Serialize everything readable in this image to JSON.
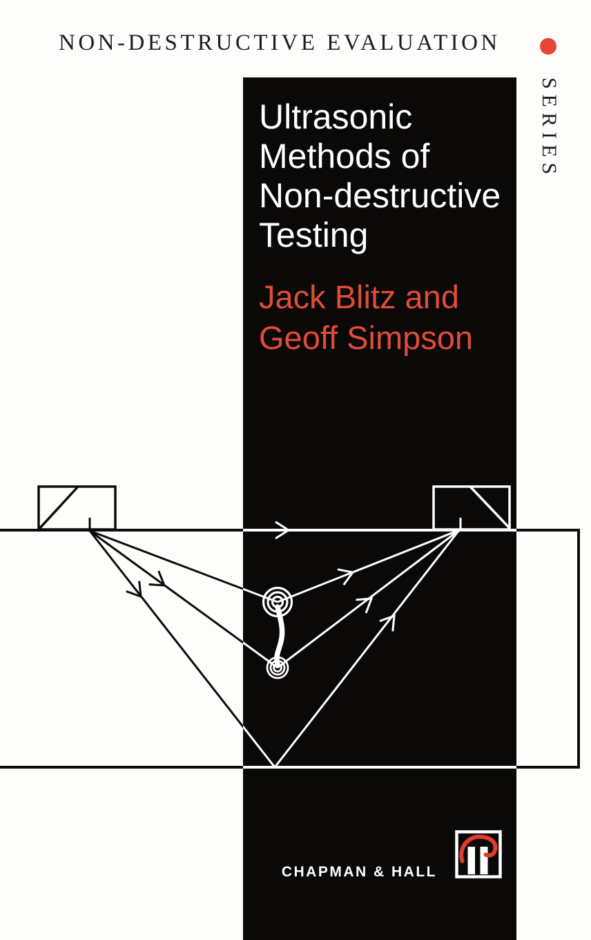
{
  "page": {
    "background_color": "#fdfdfb",
    "band_color": "#0a0908"
  },
  "series_banner": {
    "title": "NON-DESTRUCTIVE EVALUATION",
    "series_label": "SERIES",
    "dot_color": "#e74536",
    "text_color": "#1c1c1c"
  },
  "book": {
    "title_lines": [
      "Ultrasonic",
      "Methods of",
      "Non-destructive",
      "Testing"
    ],
    "title_color": "#ffffff",
    "authors_lines": [
      "Jack Blitz and",
      "Geoff Simpson"
    ],
    "authors_color": "#e14b39"
  },
  "publisher": {
    "name": "CHAPMAN & HALL",
    "logo": "chapman-hall-monogram",
    "logo_accent_color": "#e23b2e"
  },
  "diagram": {
    "type": "technical-illustration",
    "subject": "Angle-beam ultrasonic probes on a plate cross-section detecting an internal crack",
    "parts": {
      "left_probe": "angle-beam transmitter probe on top surface",
      "right_probe": "angle-beam receiver probe on top surface",
      "plate": "test specimen cross-section rectangle",
      "defect": "vertical crack joining two sets of concentric circular wavefronts",
      "rays": "three beam paths from transmitter (to upper crack tip, lower crack tip, and bottom-surface reflection) converging on the receiver",
      "surface_wave_arrow": "rightward arrow along the top surface",
      "line_color_outside_band": "#0c0b0a",
      "line_color_inside_band": "#ffffff"
    }
  }
}
